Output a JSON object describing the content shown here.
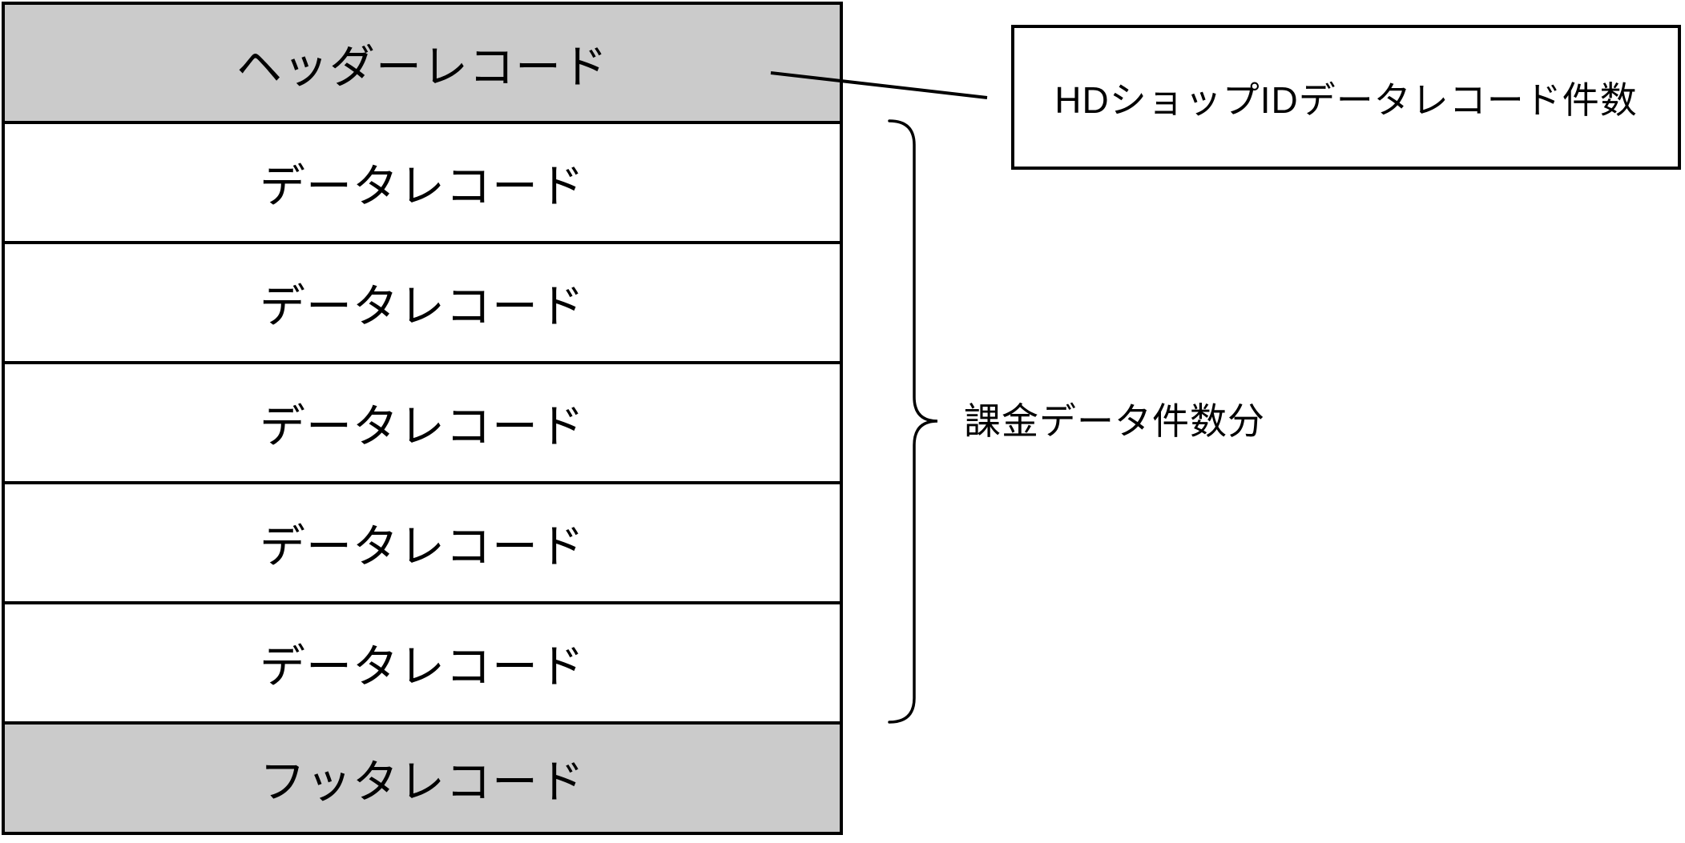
{
  "table": {
    "rows": [
      {
        "label": "ヘッダーレコード",
        "type": "header"
      },
      {
        "label": "データレコード",
        "type": "data"
      },
      {
        "label": "データレコード",
        "type": "data"
      },
      {
        "label": "データレコード",
        "type": "data"
      },
      {
        "label": "データレコード",
        "type": "data"
      },
      {
        "label": "データレコード",
        "type": "data"
      },
      {
        "label": "フッタレコード",
        "type": "footer"
      }
    ]
  },
  "callout": {
    "label": "HDショップIDデータレコード件数"
  },
  "brace": {
    "label": "課金データ件数分"
  },
  "colors": {
    "shaded_row": "#cbcbcb",
    "plain_row": "#ffffff",
    "line": "#000000"
  }
}
